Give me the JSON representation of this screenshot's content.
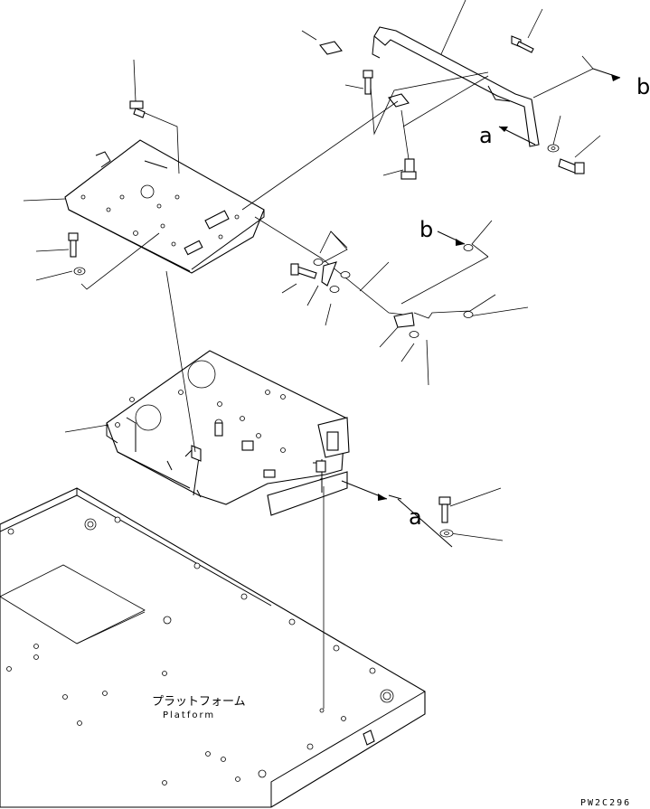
{
  "labels": {
    "ref_a_upper": "a",
    "ref_a_lower": "a",
    "ref_b_upper": "b",
    "ref_b_lower": "b",
    "platform_jp": "プラットフォーム",
    "platform_en": "Platform",
    "drawing_code": "PW2C296"
  }
}
